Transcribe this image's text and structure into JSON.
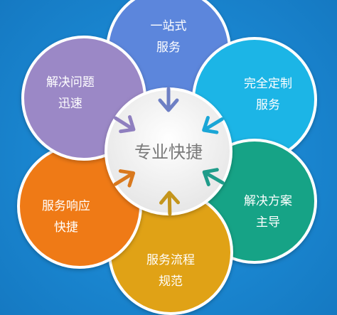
{
  "center": {
    "label": "专业快捷",
    "color": "#f2f2f2",
    "text_color": "#7a7a7a"
  },
  "arrow_color": "#6d7fc4",
  "petals": [
    {
      "id": "top",
      "line1": "一站式",
      "line2": "服务",
      "color": "#5b86dc",
      "arrow_color": "#6d7fc4"
    },
    {
      "id": "top-right",
      "line1": "完全定制",
      "line2": "服务",
      "color": "#1ab5e6",
      "arrow_color": "#1aa6d6"
    },
    {
      "id": "bottom-right",
      "line1": "解决方案",
      "line2": "主导",
      "color": "#18a386",
      "arrow_color": "#1f9c8a"
    },
    {
      "id": "bottom",
      "line1": "服务流程",
      "line2": "规范",
      "color": "#e0a216",
      "arrow_color": "#c4951c"
    },
    {
      "id": "bottom-left",
      "line1": "服务响应",
      "line2": "快捷",
      "color": "#ef7a17",
      "arrow_color": "#d9791e"
    },
    {
      "id": "top-left",
      "line1": "解决问题",
      "line2": "迅速",
      "color": "#9b88c6",
      "arrow_color": "#8f7fbf"
    }
  ]
}
